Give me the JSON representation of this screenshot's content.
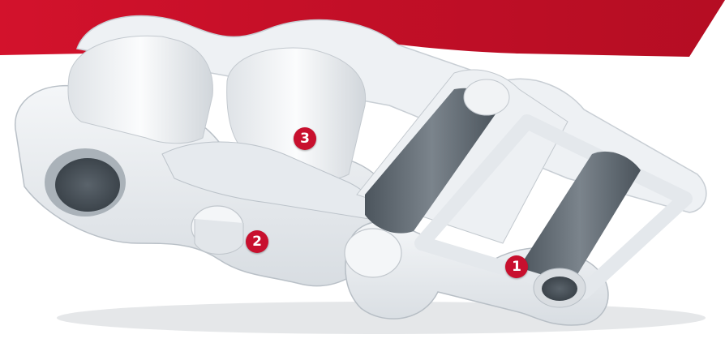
{
  "markers": [
    {
      "label": "1"
    },
    {
      "label": "2"
    },
    {
      "label": "3"
    }
  ],
  "colors": {
    "background_band": "#c8102e",
    "marker": "#c8102e",
    "marker_text": "#ffffff",
    "plate": "#e9edf1",
    "roller_inner": "#5e676f"
  }
}
